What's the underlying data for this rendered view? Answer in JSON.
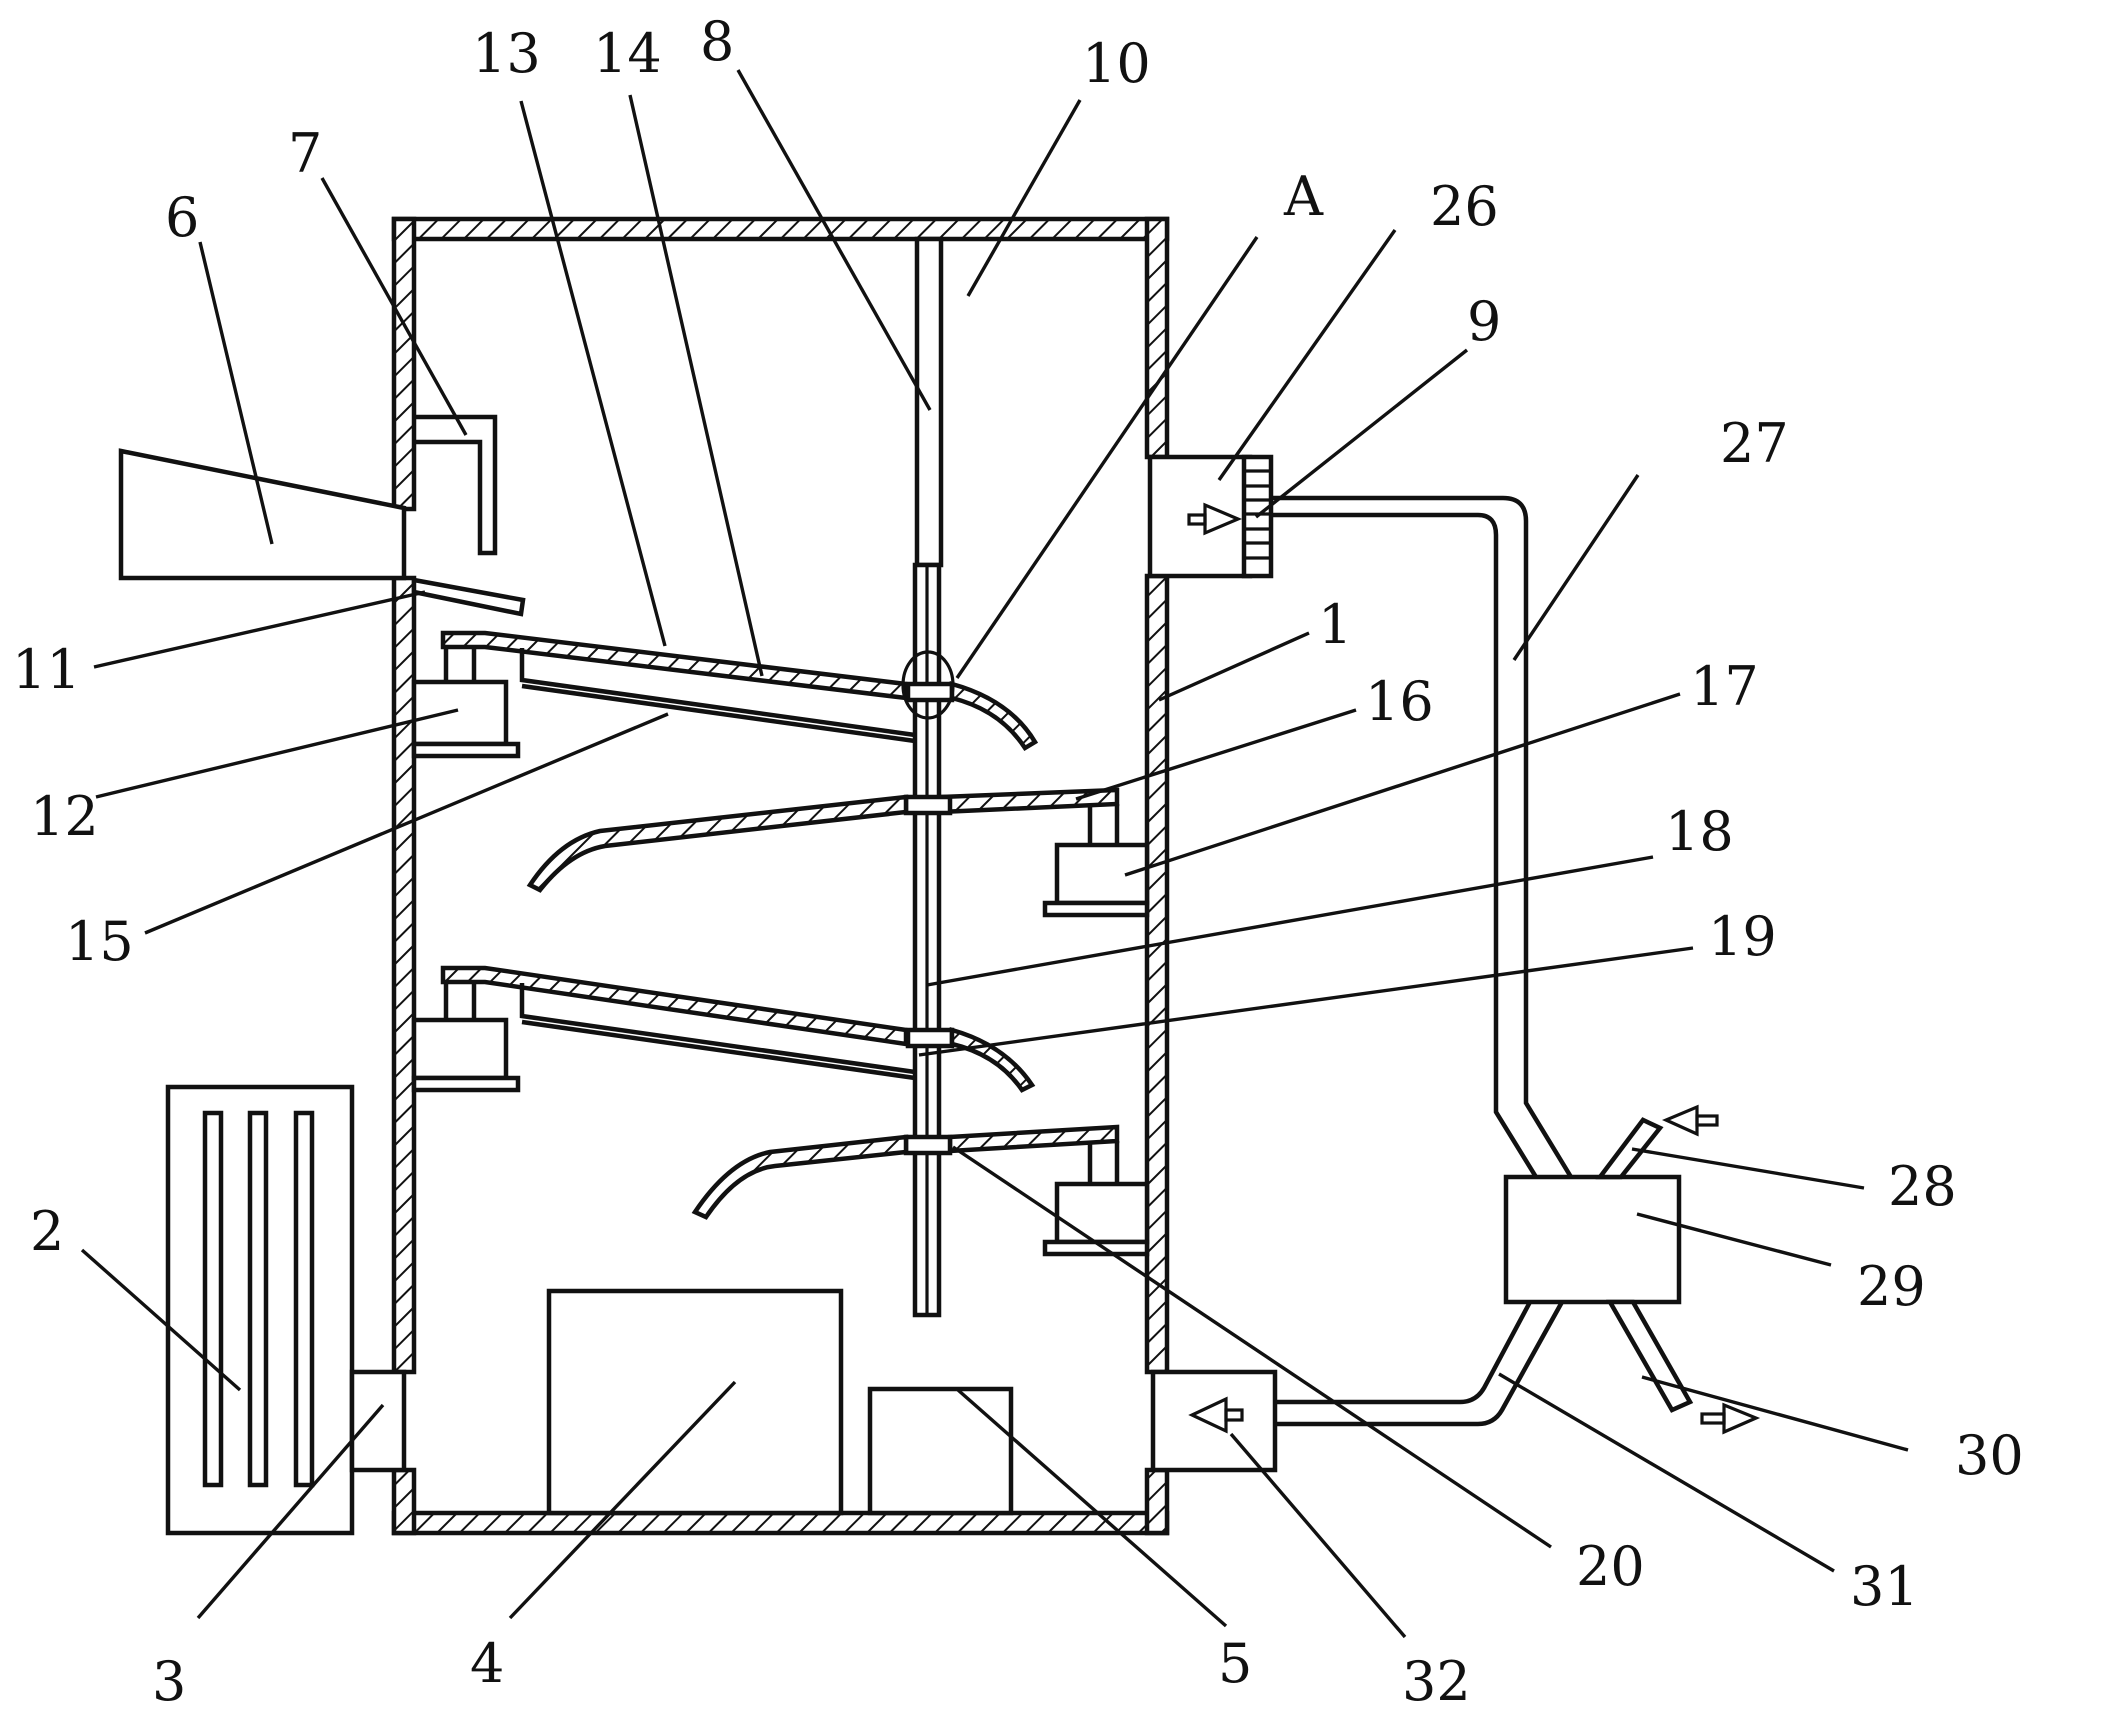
{
  "figure": {
    "type": "patent-style mechanical schematic (drying apparatus cross-section)",
    "colors": {
      "line": "#111111",
      "background": "#ffffff"
    }
  },
  "labels": {
    "l1": "1",
    "l2": "2",
    "l3": "3",
    "l4": "4",
    "l5": "5",
    "l6": "6",
    "l7": "7",
    "l8": "8",
    "l9": "9",
    "l10": "10",
    "l11": "11",
    "l12": "12",
    "l13": "13",
    "l14": "14",
    "l15": "15",
    "l16": "16",
    "l17": "17",
    "l18": "18",
    "l19": "19",
    "l20": "20",
    "l26": "26",
    "l27": "27",
    "l28": "28",
    "l29": "29",
    "l30": "30",
    "l31": "31",
    "l32": "32",
    "lA": "A"
  },
  "flow_arrows": [
    {
      "name": "fan-inlet-arrow",
      "direction": "right"
    },
    {
      "name": "return-inlet-arrow",
      "direction": "left"
    },
    {
      "name": "fresh-air-arrow",
      "direction": "left"
    },
    {
      "name": "exhaust-arrow",
      "direction": "right"
    }
  ]
}
